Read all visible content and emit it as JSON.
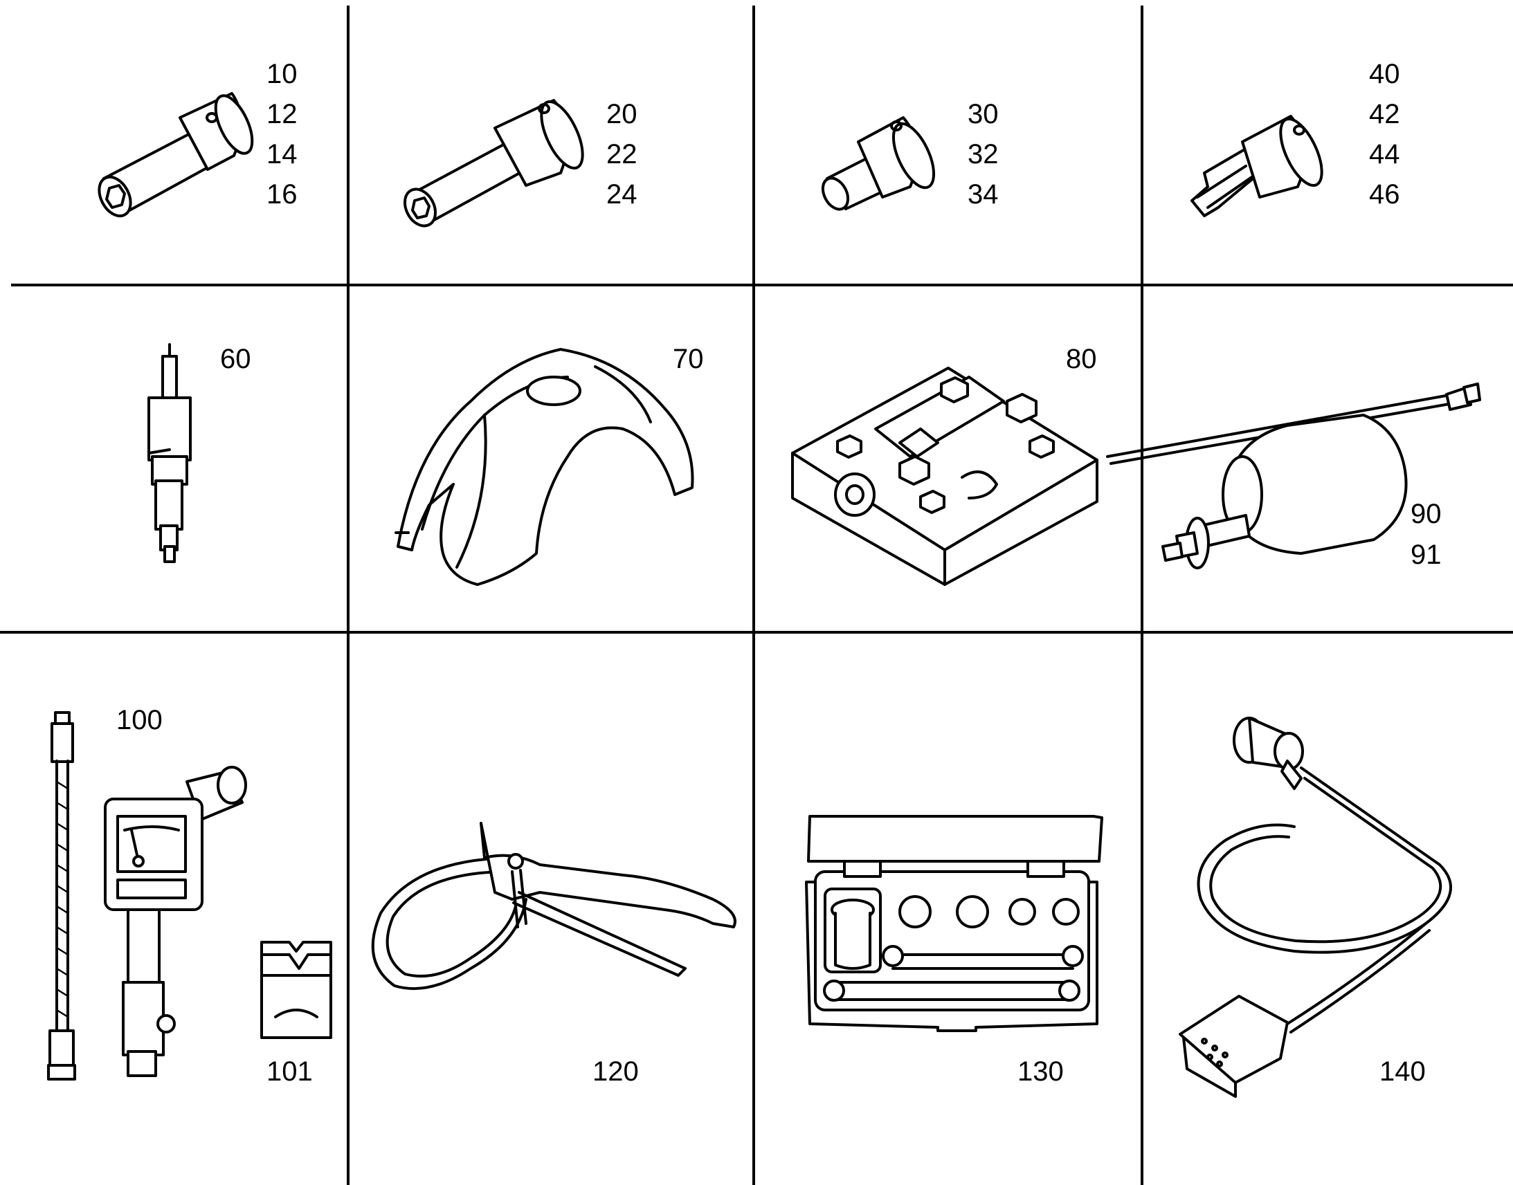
{
  "cells": [
    {
      "id": "sockets-long",
      "labels": [
        "10",
        "12",
        "14",
        "16"
      ]
    },
    {
      "id": "sockets-extended",
      "labels": [
        "20",
        "22",
        "24"
      ]
    },
    {
      "id": "sockets-short",
      "labels": [
        "30",
        "32",
        "34"
      ]
    },
    {
      "id": "torx-bits",
      "labels": [
        "40",
        "42",
        "44",
        "46"
      ]
    },
    {
      "id": "injector-tool",
      "labels": [
        "60"
      ]
    },
    {
      "id": "support-fork",
      "labels": [
        "70"
      ]
    },
    {
      "id": "holding-fixture",
      "labels": [
        "80"
      ]
    },
    {
      "id": "slide-hammer",
      "labels": [
        "90",
        "91"
      ]
    },
    {
      "id": "pressure-gauge",
      "labels": [
        "100"
      ]
    },
    {
      "id": "gauge-adapter",
      "labels": [
        "101"
      ]
    },
    {
      "id": "strap-wrench",
      "labels": [
        "120"
      ]
    },
    {
      "id": "tool-case",
      "labels": [
        "130"
      ]
    },
    {
      "id": "diagnostic-cable",
      "labels": [
        "140"
      ]
    }
  ]
}
